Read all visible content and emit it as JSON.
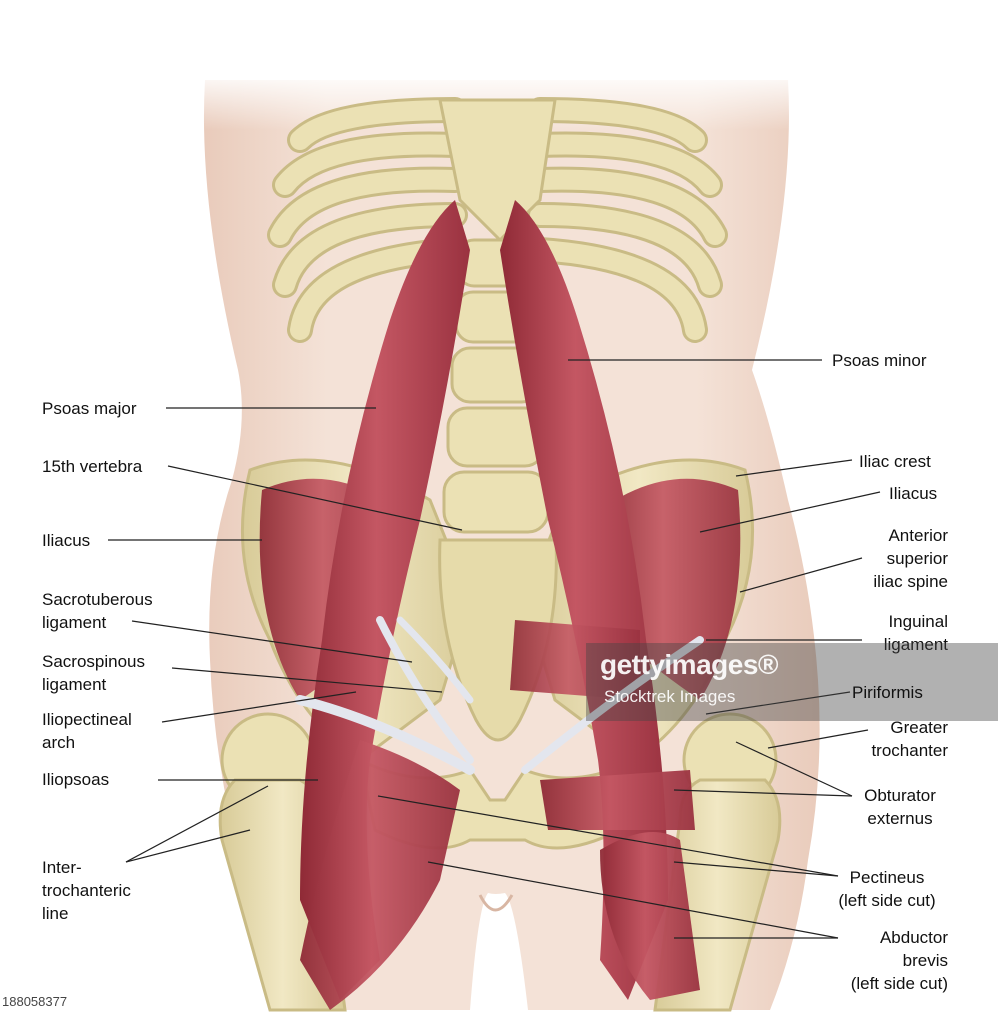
{
  "labels": {
    "psoas_minor": "Psoas minor",
    "psoas_major": "Psoas major",
    "vertebra": "15th vertebra",
    "iliac_crest": "Iliac crest",
    "iliacus_right": "Iliacus",
    "iliacus_left": "Iliacus",
    "asis": [
      "Anterior",
      "superior",
      "iliac spine"
    ],
    "sacrotuberous": [
      "Sacrotuberous",
      "ligament"
    ],
    "inguinal": [
      "Inguinal",
      "ligament"
    ],
    "sacrospinous": [
      "Sacrospinous",
      "ligament"
    ],
    "piriformis": "Piriformis",
    "iliopectineal": [
      "Iliopectineal",
      "arch"
    ],
    "greater_trochanter": [
      "Greater",
      "trochanter"
    ],
    "iliopsoas": "Iliopsoas",
    "obturator": [
      "Obturator",
      "externus"
    ],
    "intertrochanteric": [
      "Inter-",
      "trochanteric",
      "line"
    ],
    "pectineus": [
      "Pectineus",
      "(left side cut)"
    ],
    "abductor": [
      "Abductor",
      "brevis",
      "(left side cut)"
    ]
  },
  "watermark": {
    "brand": "gettyimages®",
    "credit": "Stocktrek Images"
  },
  "image_id": "188058377",
  "colors": {
    "skin": "#f1ddd1",
    "bone": "#ebe1b4",
    "bone_dark": "#c9bb85",
    "muscle": "#b9434f",
    "muscle_dark": "#8f2a36",
    "ligament": "#e3e6ee",
    "leader": "#222222"
  }
}
